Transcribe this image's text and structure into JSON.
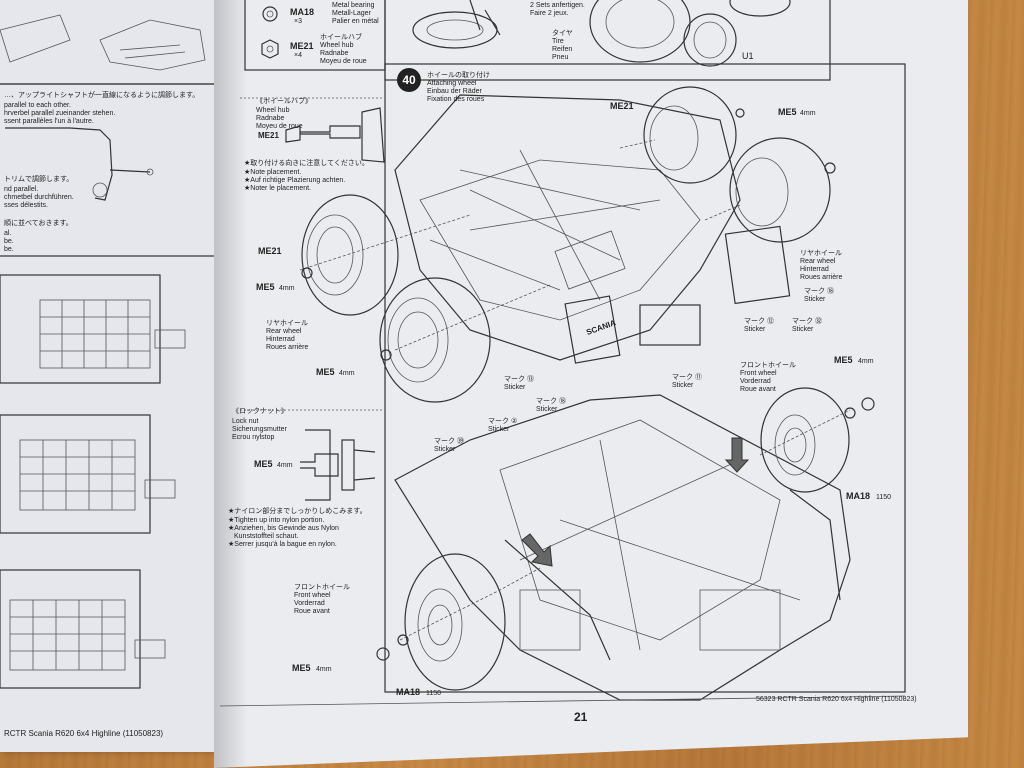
{
  "left_page": {
    "note_jp": "…、アップライトシャフトが一直線になるように調節します。",
    "note_lines": [
      "parallel to each other.",
      "hrverbel parallel zueinander stehen.",
      "ssent parallèles l'un à l'autre."
    ],
    "note2_jp": "トリムで調節します。",
    "note2_lines": [
      "nd parallel.",
      "chmetbel durchführen.",
      "sses délestits."
    ],
    "note3_jp": "順に並べておきます。",
    "note3_lines": [
      "al.",
      "be.",
      "be."
    ],
    "footer": "RCTR Scania R620 6x4 Highline (11050823)"
  },
  "top_strip": {
    "ma18": {
      "code": "MA18",
      "count": "×3",
      "lines": [
        "Metal bearing",
        "Metall-Lager",
        "Palier en métal"
      ]
    },
    "me21": {
      "code": "ME21",
      "count": "×4",
      "lines": [
        "ホイールハブ",
        "Wheel hub",
        "Radnabe",
        "Moyeu de roue"
      ]
    },
    "tire_note": [
      "2 Sets anfertigen.",
      "Faire 2 jeux."
    ],
    "tire": [
      "タイヤ",
      "Tire",
      "Reifen",
      "Pneu"
    ],
    "u1": "U1"
  },
  "wheel_hub_note": {
    "heading_jp": "《ホイールハブ》",
    "heading_lines": [
      "Wheel hub",
      "Radnabe",
      "Moyeu de roue"
    ],
    "me21": "ME21",
    "notes": [
      "★取り付ける向きに注意してください。",
      "★Note placement.",
      "★Auf richtige Plazierung achten.",
      "★Noter le placement."
    ]
  },
  "step": {
    "number": "40",
    "title_jp": "ホイールの取り付け",
    "title_lines": [
      "Attaching wheel",
      "Einbau der Räder",
      "Fixation des roues"
    ]
  },
  "labels": {
    "me21_top": "ME21",
    "me5_top": "ME5",
    "me5_top_unit": "4mm",
    "me21_left": "ME21",
    "me5_left": "ME5",
    "me5_left_unit": "4mm",
    "rear_wheel_left": [
      "リヤホイール",
      "Rear wheel",
      "Hinterrad",
      "Roues arrière"
    ],
    "me5_mid": "ME5",
    "me5_mid_unit": "4mm",
    "rear_wheel_right": [
      "リヤホイール",
      "Rear wheel",
      "Hinterrad",
      "Roues arrière"
    ],
    "sticker18_top": [
      "マーク ⑱",
      "Sticker"
    ],
    "sticker12": [
      "マーク ⑫",
      "Sticker"
    ],
    "sticker32": [
      "マーク ㉜",
      "Sticker"
    ],
    "sticker13": [
      "マーク ⑬",
      "Sticker"
    ],
    "sticker11": [
      "マーク ⑪",
      "Sticker"
    ],
    "sticker18_mid": [
      "マーク ⑱",
      "Sticker"
    ],
    "sticker2": [
      "マーク ②",
      "Sticker"
    ],
    "sticker39": [
      "マーク ㊴",
      "Sticker"
    ],
    "front_wheel_right": [
      "フロントホイール",
      "Front wheel",
      "Vorderrad",
      "Roue avant"
    ],
    "me5_right": "ME5",
    "me5_right_unit": "4mm",
    "ma18_right": "MA18",
    "ma18_right_num": "1150",
    "front_wheel_left": [
      "フロントホイール",
      "Front wheel",
      "Vorderrad",
      "Roue avant"
    ],
    "me5_bottom": "ME5",
    "me5_bottom_unit": "4mm",
    "ma18_bottom": "MA18",
    "ma18_bottom_num": "1150",
    "scania": "SCANIA"
  },
  "lock_nut": {
    "heading_jp": "《ロックナット》",
    "heading_lines": [
      "Lock nut",
      "Sicherungsmutter",
      "Ecrou nylstop"
    ],
    "me5": "ME5",
    "me5_unit": "4mm",
    "notes": [
      "★ナイロン部分までしっかりしめこみます。",
      "★Tighten up into nylon portion.",
      "★Anziehen, bis Gewinde aus Nylon",
      "Kunststoffteil schaut.",
      "★Serrer jusqu'à la bague en nylon."
    ]
  },
  "page_number": "21",
  "right_footer": "56323 RCTR Scania R620 6x4 Highline (11050823)"
}
